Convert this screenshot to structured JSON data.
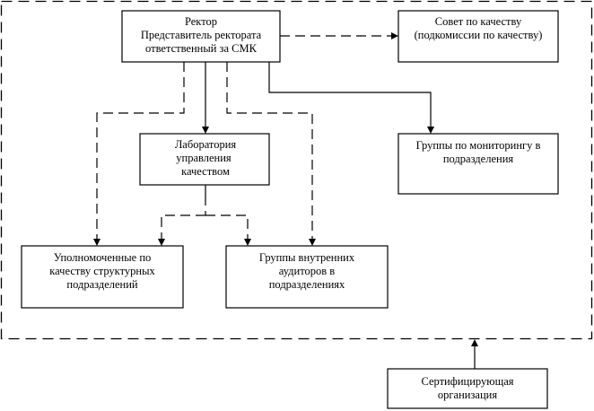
{
  "diagram": {
    "type": "org-structure",
    "frame": {
      "label": "",
      "style": "dashed"
    },
    "nodes": {
      "rector": {
        "lines": [
          "Ректор",
          "Представитель ректората",
          "ответственный за СМК"
        ]
      },
      "quality_council": {
        "lines": [
          "Совет по качеству",
          "(подкомиссии по качеству)"
        ]
      },
      "quality_lab": {
        "lines": [
          "Лаборатория",
          "управления",
          "качеством"
        ]
      },
      "monitoring_groups": {
        "lines": [
          "Группы по мониторингу в",
          "подразделения"
        ]
      },
      "quality_representatives": {
        "lines": [
          "Уполномоченные по",
          "качеству структурных",
          "подразделений"
        ]
      },
      "internal_auditors": {
        "lines": [
          "Группы внутренних",
          "аудиторов в",
          "подразделениях"
        ]
      },
      "certifying_org": {
        "lines": [
          "Сертифицирующая",
          "организация"
        ]
      }
    },
    "edges": [
      {
        "from": "rector",
        "to": "quality_council",
        "style": "dashed"
      },
      {
        "from": "rector",
        "to": "monitoring_groups",
        "style": "solid"
      },
      {
        "from": "rector",
        "to": "quality_lab",
        "style": "solid"
      },
      {
        "from": "rector",
        "to": "quality_representatives",
        "style": "dashed"
      },
      {
        "from": "rector",
        "to": "internal_auditors",
        "style": "dashed"
      },
      {
        "from": "quality_lab",
        "to": "quality_representatives",
        "style": "dashed"
      },
      {
        "from": "quality_lab",
        "to": "internal_auditors",
        "style": "dashed"
      },
      {
        "from": "certifying_org",
        "to": "frame",
        "style": "solid"
      }
    ]
  }
}
